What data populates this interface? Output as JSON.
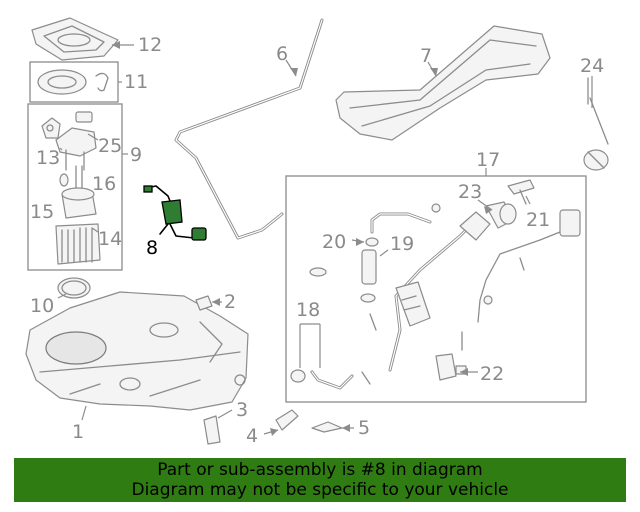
{
  "callouts": {
    "c1": "1",
    "c2": "2",
    "c3": "3",
    "c4": "4",
    "c5": "5",
    "c6": "6",
    "c7": "7",
    "c8": "8",
    "c9": "9",
    "c10": "10",
    "c11": "11",
    "c12": "12",
    "c13": "13",
    "c14": "14",
    "c15": "15",
    "c16": "16",
    "c17": "17",
    "c18": "18",
    "c19": "19",
    "c20": "20",
    "c21": "21",
    "c22": "22",
    "c23": "23",
    "c24": "24",
    "c25": "25"
  },
  "highlighted_part": "8",
  "colors": {
    "highlight": "#2e7d32",
    "banner": "#2f7d12",
    "drawing": "#8c8c8c"
  },
  "banner": {
    "line1": "Part or sub-assembly is #8 in diagram",
    "line2": "Diagram may not be specific to your vehicle"
  }
}
